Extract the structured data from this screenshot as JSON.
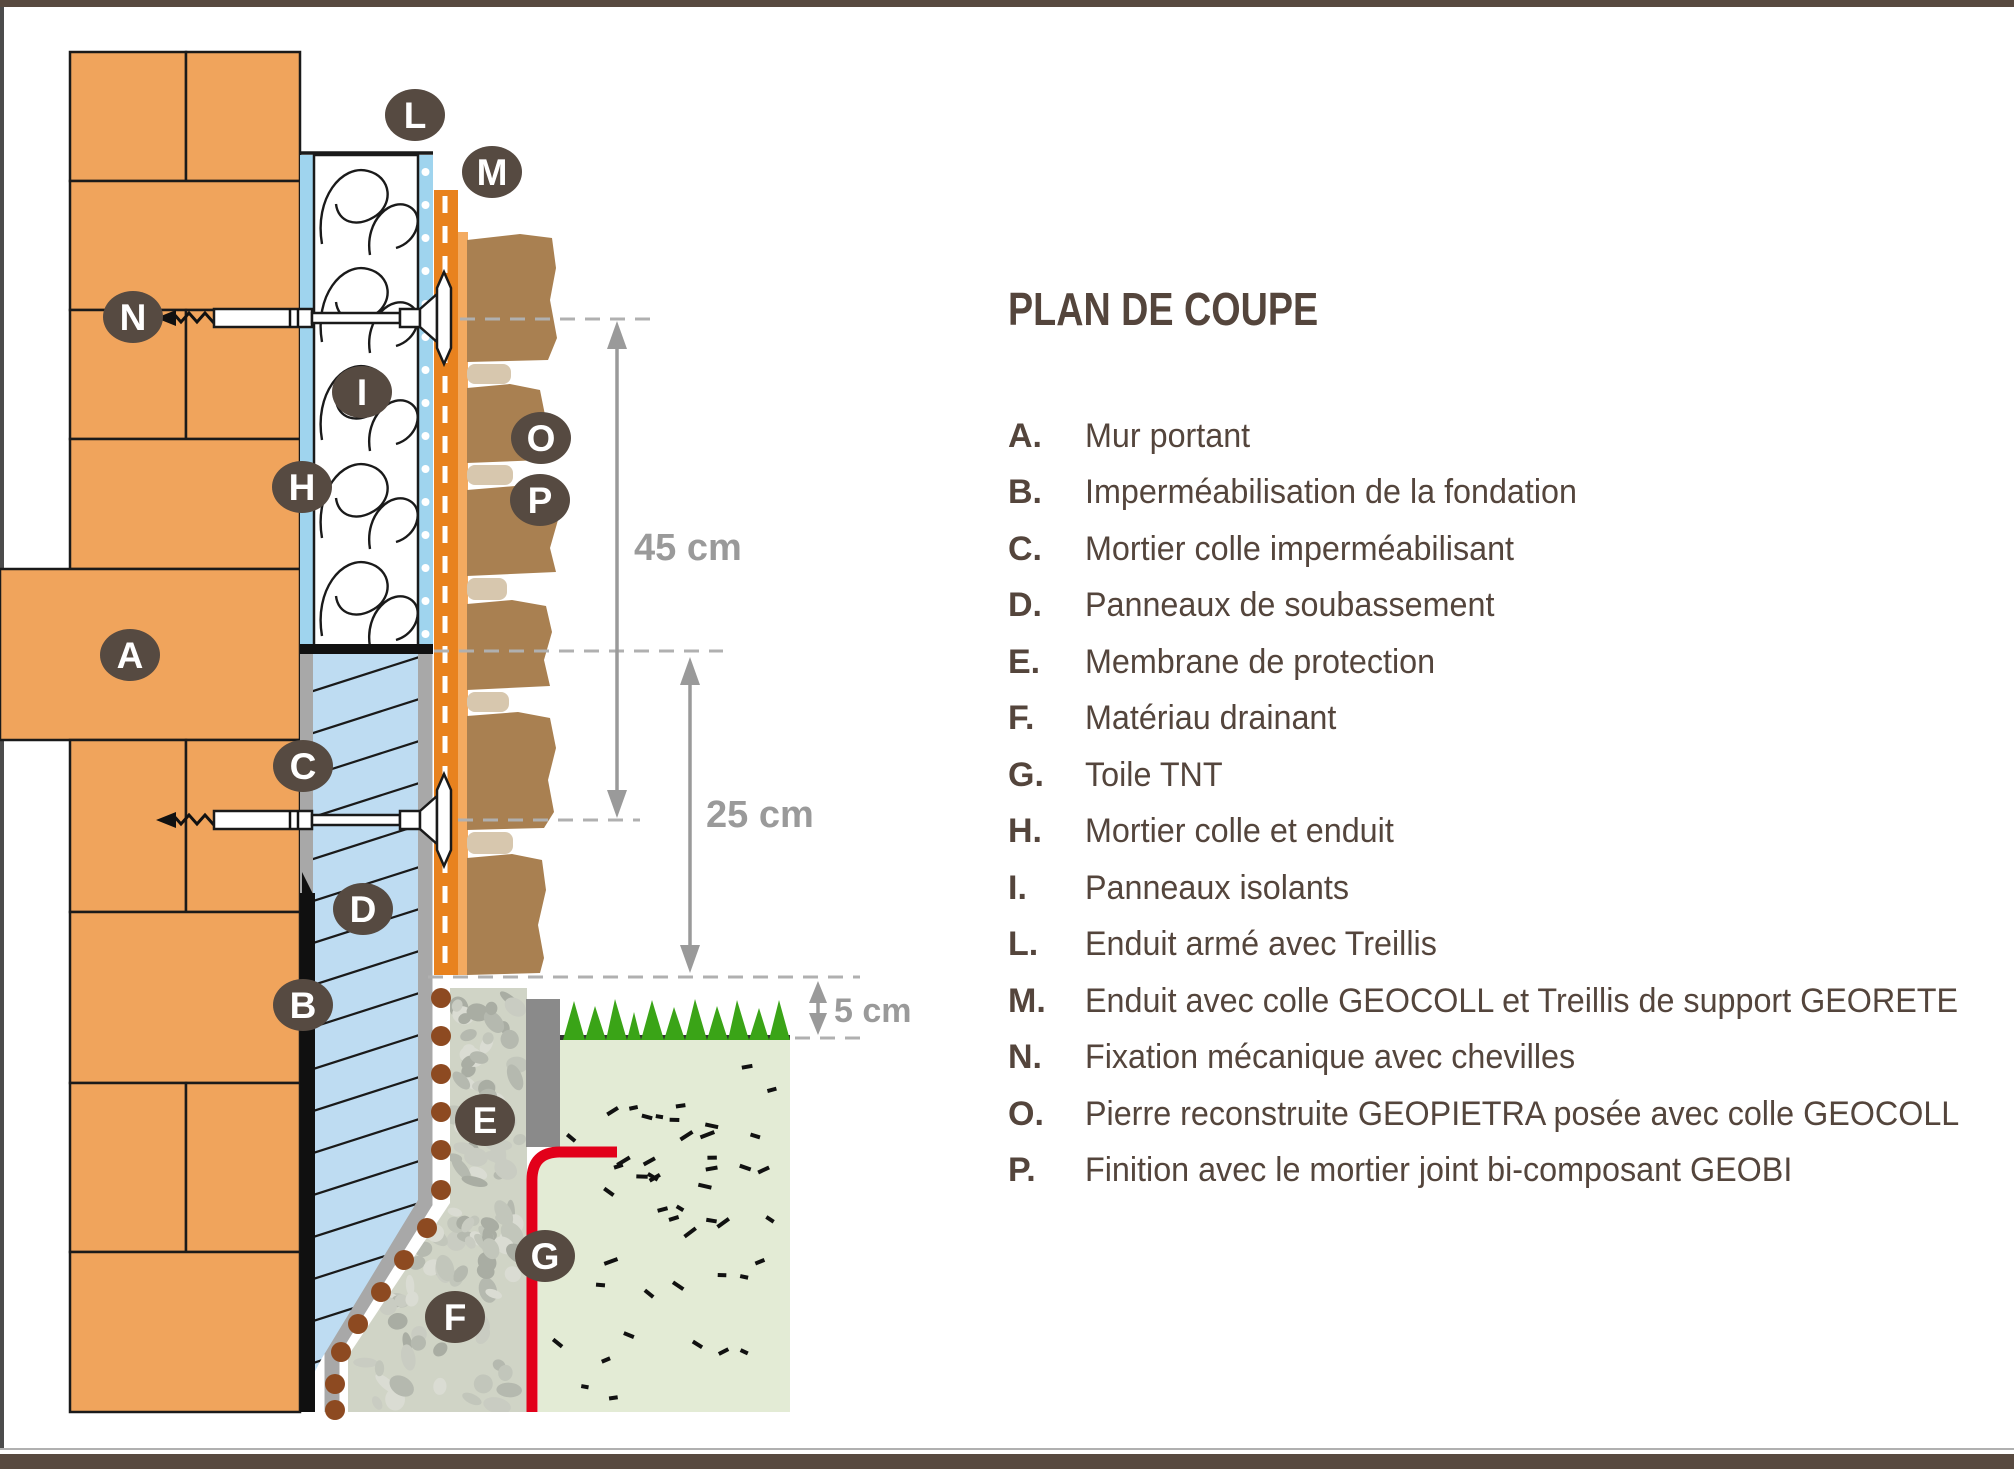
{
  "title": "PLAN DE COUPE",
  "legend": {
    "items": [
      {
        "k": "A.",
        "label": "Mur portant"
      },
      {
        "k": "B.",
        "label": "Imperméabilisation de la fondation"
      },
      {
        "k": "C.",
        "label": "Mortier colle imperméabilisant"
      },
      {
        "k": "D.",
        "label": "Panneaux de soubassement"
      },
      {
        "k": "E.",
        "label": "Membrane de protection"
      },
      {
        "k": "F.",
        "label": "Matériau drainant"
      },
      {
        "k": "G.",
        "label": "Toile TNT"
      },
      {
        "k": "H.",
        "label": "Mortier colle et enduit"
      },
      {
        "k": "I.",
        "label": "Panneaux isolants"
      },
      {
        "k": "L.",
        "label": "Enduit armé avec Treillis"
      },
      {
        "k": "M.",
        "label": "Enduit avec colle GEOCOLL et Treillis de support GEORETE"
      },
      {
        "k": "N.",
        "label": "Fixation mécanique avec chevilles"
      },
      {
        "k": "O.",
        "label": "Pierre reconstruite GEOPIETRA posée avec colle GEOCOLL"
      },
      {
        "k": "P.",
        "label": "Finition avec le mortier joint bi-composant GEOBI"
      }
    ]
  },
  "dimensions": {
    "d45": "45 cm",
    "d25": "25 cm",
    "d5": "5 cm"
  },
  "markers": {
    "A": "A",
    "B": "B",
    "C": "C",
    "D": "D",
    "E": "E",
    "F": "F",
    "G": "G",
    "H": "H",
    "I": "I",
    "L": "L",
    "M": "M",
    "N": "N",
    "O": "O",
    "P": "P"
  },
  "colors": {
    "brick": "#f0a45c",
    "sky_blue": "#9fd4ee",
    "panel_blue": "#bedcf2",
    "enduit_orange": "#e8821e",
    "enduit_orange_light": "#f3aa60",
    "stone_brown": "#a98051",
    "stone_joint": "#d7c7ae",
    "mortar_gray": "#a8a8a8",
    "waterproof_black": "#101010",
    "membrane_bump_brown": "#8d4a21",
    "tnt_red": "#e2001a",
    "grass_green": "#3aa417",
    "soil_green": "#e3ebd5",
    "gravel_bg": "#d0d4c6",
    "curb_gray": "#8a8a8a",
    "marker_brown": "#564a41",
    "text_brown": "#54453c",
    "dim_gray": "#9a9a9a",
    "frame_brown": "#584a40"
  }
}
